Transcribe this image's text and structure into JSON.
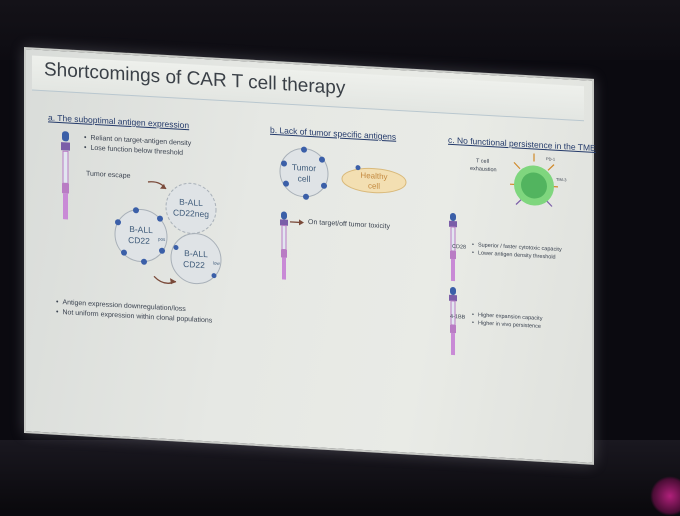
{
  "slide": {
    "title": "Shortcomings of CAR T cell therapy"
  },
  "section_a": {
    "heading": "a. The suboptimal antigen expression",
    "bullets_top": [
      "Reliant on target-antigen density",
      "Lose function below threshold"
    ],
    "tumor_escape": "Tumor escape",
    "cell_1": [
      "B-ALL",
      "CD22neg"
    ],
    "cell_2": [
      "B-ALL",
      "CD22"
    ],
    "cell_2_sup": "low",
    "cell_3": [
      "B-ALL",
      "CD22"
    ],
    "cell_3_sup": "pos",
    "bullets_bottom": [
      "Antigen expression downregulation/loss",
      "Not uniform expression within clonal populations"
    ]
  },
  "section_b": {
    "heading": "b. Lack of tumor specific antigens",
    "tumor_cell": [
      "Tumor",
      "cell"
    ],
    "healthy_cell": [
      "Healthy",
      "cell"
    ],
    "toxicity": "On target/off tumor toxicity"
  },
  "section_c": {
    "heading": "c. No functional persistence in the TME",
    "exhaustion": [
      "T cell",
      "exhaustion"
    ],
    "marker_1": "PD-1",
    "marker_2": "TIM-3",
    "cd28_label": "CD28",
    "cd28_bullets": [
      "Superior / faster cytotoxic capacity",
      "Lower antigen density threshold"
    ],
    "bb_label": "4-1BB",
    "bb_bullets": [
      "Higher expansion capacity",
      "Higher in vivo persistence"
    ]
  },
  "colors": {
    "car_purple": "#b97cc4",
    "tumor_blue": "#3b5fa8",
    "healthy_fill": "#f3dfb2",
    "green_cell": "#59c26a"
  }
}
